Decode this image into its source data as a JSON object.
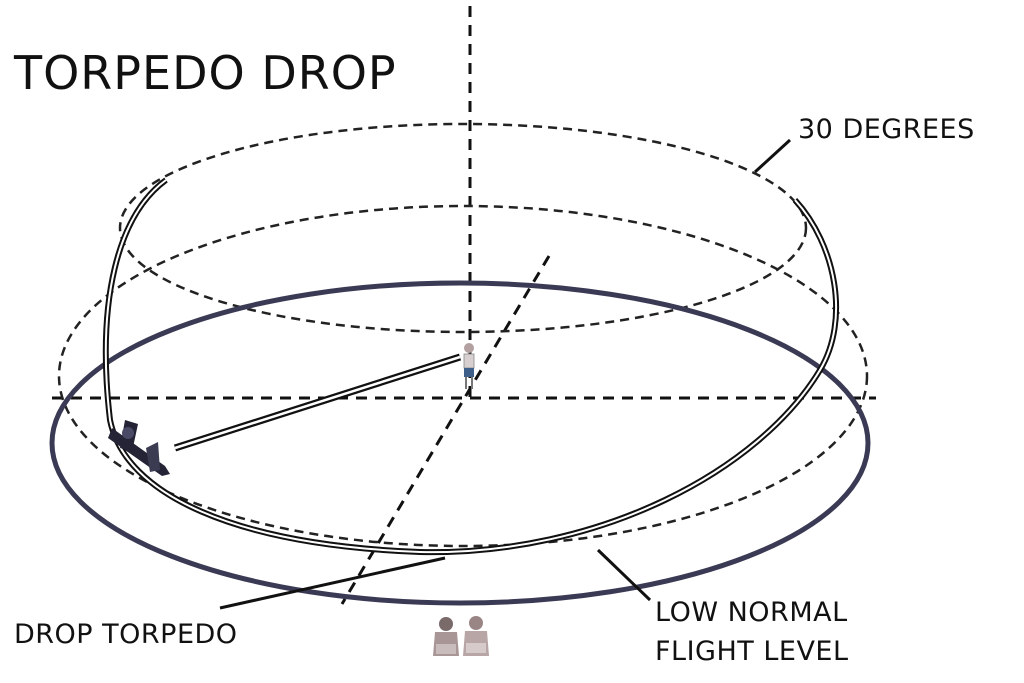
{
  "title": "TORPEDO DROP",
  "labels": {
    "angle": "30 DEGREES",
    "drop": "DROP TORPEDO",
    "flight_level_line1": "LOW NORMAL",
    "flight_level_line2": "FLIGHT LEVEL"
  },
  "colors": {
    "ink": "#111111",
    "ellipse": "#3a3a55",
    "figure_cap": "#b3a0a0",
    "figure_body": "#3d5f8a"
  }
}
